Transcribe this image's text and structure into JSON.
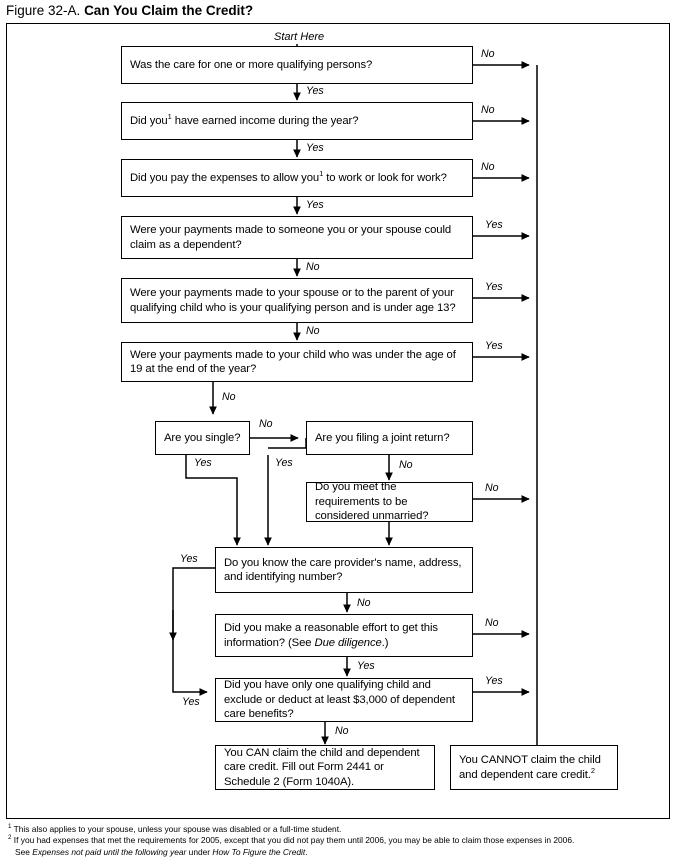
{
  "figure": {
    "number": "Figure 32-A.",
    "name": "Can You Claim the Credit?"
  },
  "start_label": "Start Here",
  "labels": {
    "yes": "Yes",
    "no": "No"
  },
  "nodes": {
    "q1": "Was the care for one or more qualifying persons?",
    "q2": "Did you¹ have earned income during the year?",
    "q3": "Did you pay the expenses to allow you¹ to work or look for work?",
    "q4": "Were your payments made to someone you or your spouse could claim as a dependent?",
    "q5": "Were your payments made to your spouse or to the parent of your qualifying child who is your qualifying person and is under age 13?",
    "q6": "Were your payments made to your child who was under the age of 19 at the end of the year?",
    "q7": "Are you single?",
    "q8": "Are you filing a joint return?",
    "q9": "Do you meet the requirements to be considered unmarried?",
    "q10": "Do you know the care provider's name, address, and identifying number?",
    "q11_a": "Did you make a reasonable effort to get this information? (See ",
    "q11_em": "Due diligence",
    "q11_b": ".)",
    "q12": "Did you have only one qualifying child and exclude or deduct at least $3,000 of dependent care benefits?",
    "r_can": "You CAN claim the child and dependent care credit. Fill out Form 2441 or Schedule 2 (Form 1040A).",
    "r_cannot_a": "You CANNOT claim the child and dependent care credit.",
    "r_cannot_sup": "2"
  },
  "edge_labels": {
    "q1_no": "No",
    "q1_yes": "Yes",
    "q2_no": "No",
    "q2_yes": "Yes",
    "q3_no": "No",
    "q3_yes": "Yes",
    "q4_yes": "Yes",
    "q4_no": "No",
    "q5_yes": "Yes",
    "q5_no": "No",
    "q6_yes": "Yes",
    "q6_no": "No",
    "q7_no": "No",
    "q7_yes": "Yes",
    "q8_yes": "Yes",
    "q8_no": "No",
    "q9_no": "No",
    "q9_yes": "Yes",
    "q10_yes": "Yes",
    "q10_no": "No",
    "q11_no": "No",
    "q11_yes": "Yes",
    "q12_yes": "Yes",
    "q12_no": "No"
  },
  "footnotes": {
    "line1_sup": "1",
    "line1": " This also applies to your spouse, unless your spouse was disabled or a full-time student.",
    "line2_sup": "2",
    "line2": " If you had expenses that met the requirements for 2005, except that you did not pay them until 2006, you may be able to claim those expenses in 2006.",
    "line3_a": "See ",
    "line3_em1": "Expenses not paid until the following year",
    "line3_b": " under ",
    "line3_em2": "How To Figure the Credit",
    "line3_c": "."
  },
  "colors": {
    "ink": "#000000",
    "paper": "#ffffff"
  }
}
